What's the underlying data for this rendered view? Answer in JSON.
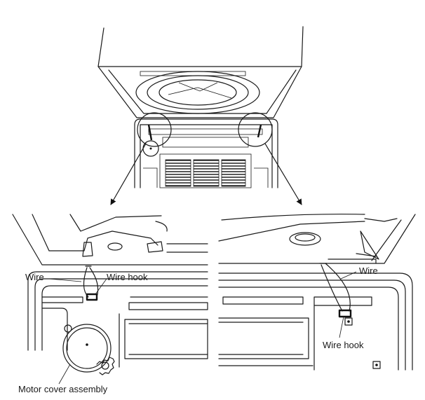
{
  "callouts": {
    "wire_left": "Wire",
    "wire_hook_left": "Wire hook",
    "motor_cover": "Motor cover assembly",
    "wire_right": "Wire",
    "wire_hook_right": "Wire hook"
  }
}
